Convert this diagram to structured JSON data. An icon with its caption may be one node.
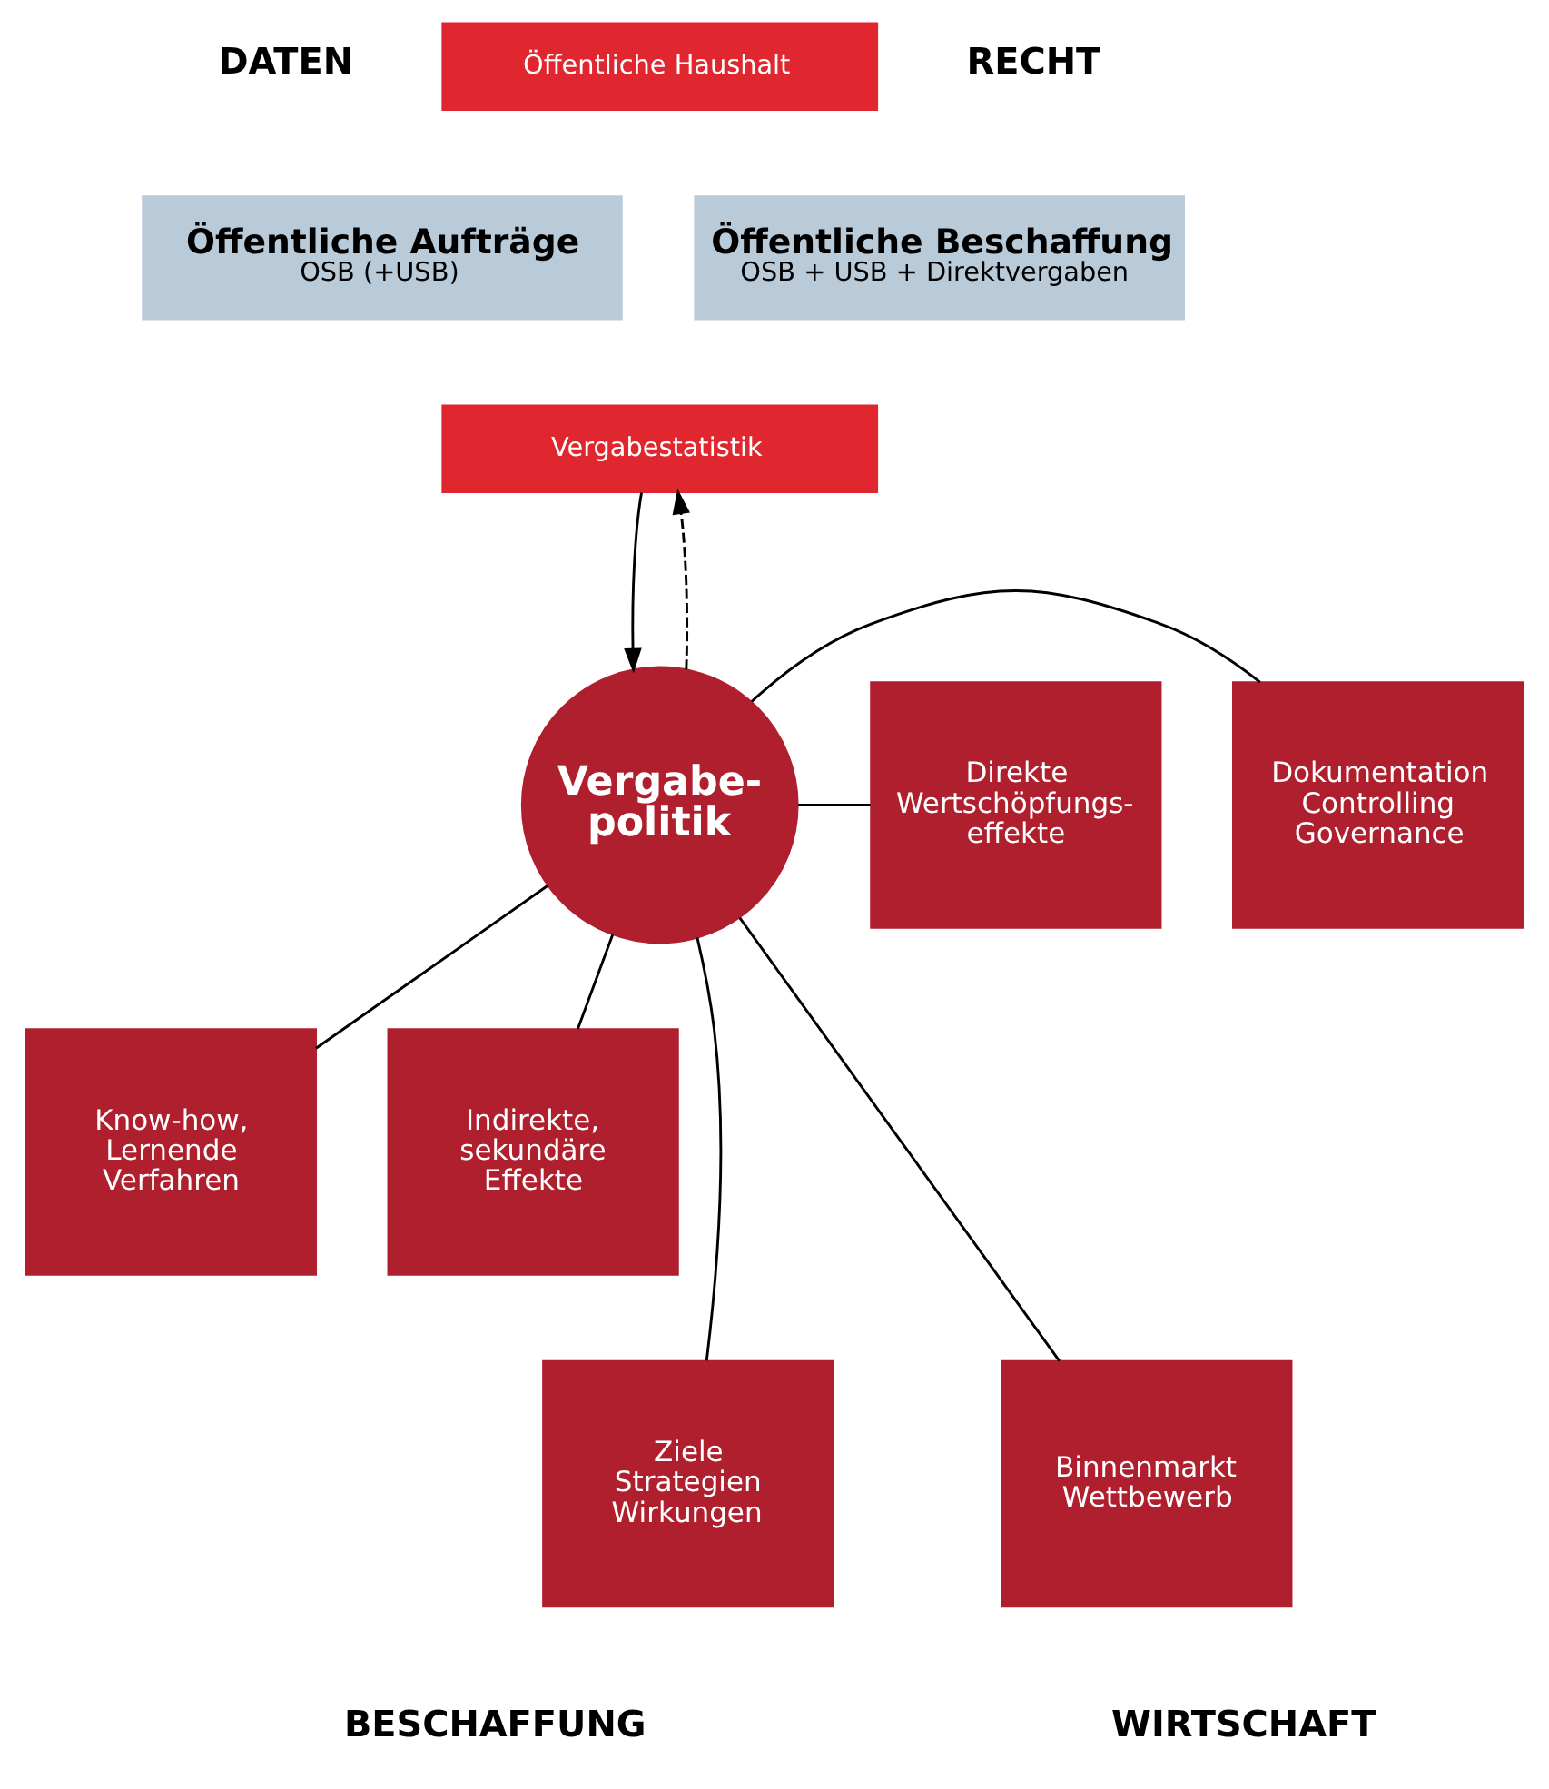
{
  "diagram": {
    "nodes": [
      {
        "text": [
          "Öffentliche Haushalt"
        ]
      },
      {
        "text": [
          "Öffentliche Aufträge",
          "OSB (+USB)"
        ]
      },
      {
        "text": [
          "Öffentliche Beschaffung",
          "OSB + USB + Direktvergaben"
        ]
      },
      {
        "text": [
          "Vergabestatistik"
        ]
      },
      {
        "text": [
          "Vergabe- politik"
        ]
      },
      {
        "text": [
          "Dokumentation Controlling Governance"
        ]
      },
      {
        "text": [
          "Direkte Wertschöpfungs- effekte"
        ]
      },
      {
        "text": [
          "Know-how, Lernende Verfahren"
        ]
      },
      {
        "text": [
          "Indirekte, sekundäre Effekte"
        ]
      },
      {
        "text": [
          "Ziele Strategien Wirkungen"
        ]
      },
      {
        "text": [
          "Binnenmarkt Wettbewerb"
        ]
      }
    ],
    "edges": [
      {
        "from": 3,
        "to": 4,
        "arrow": "to"
      },
      {
        "from": 4,
        "to": 3,
        "arrow": "to",
        "style": "dashed"
      },
      {
        "from": 4,
        "to": 5,
        "arrow": "none"
      },
      {
        "from": 4,
        "to": 6,
        "arrow": "none"
      },
      {
        "from": 4,
        "to": 7,
        "arrow": "none"
      },
      {
        "from": 4,
        "to": 8,
        "arrow": "none"
      },
      {
        "from": 4,
        "to": 9,
        "arrow": "none"
      },
      {
        "from": 4,
        "to": 10,
        "arrow": "none"
      }
    ],
    "labels": [
      "DATEN",
      "RECHT",
      "BESCHAFFUNG",
      "WIRTSCHAFT"
    ]
  }
}
